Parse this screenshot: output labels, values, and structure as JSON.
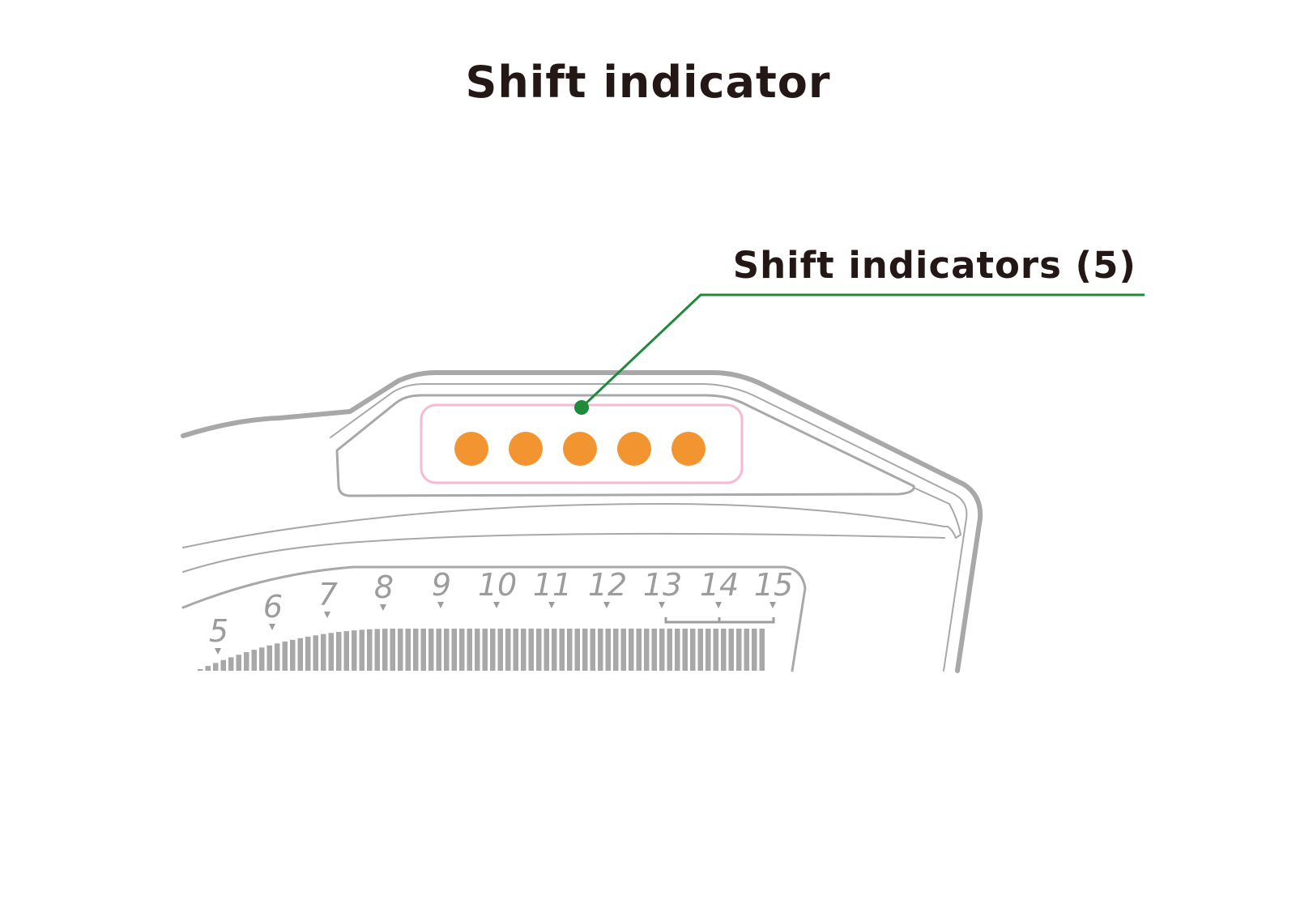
{
  "title": "Shift indicator",
  "callout": {
    "label": "Shift indicators (5)",
    "line_color": "#1f8a3b"
  },
  "indicator": {
    "count": 5,
    "lamp_color": "#f29530",
    "frame_color": "#f5b9d3"
  },
  "tachometer": {
    "scale_labels": [
      "5",
      "6",
      "7",
      "8",
      "9",
      "10",
      "11",
      "12",
      "13",
      "14",
      "15"
    ],
    "outline_color": "#a8a8a8",
    "label_color": "#9c9c9c"
  }
}
